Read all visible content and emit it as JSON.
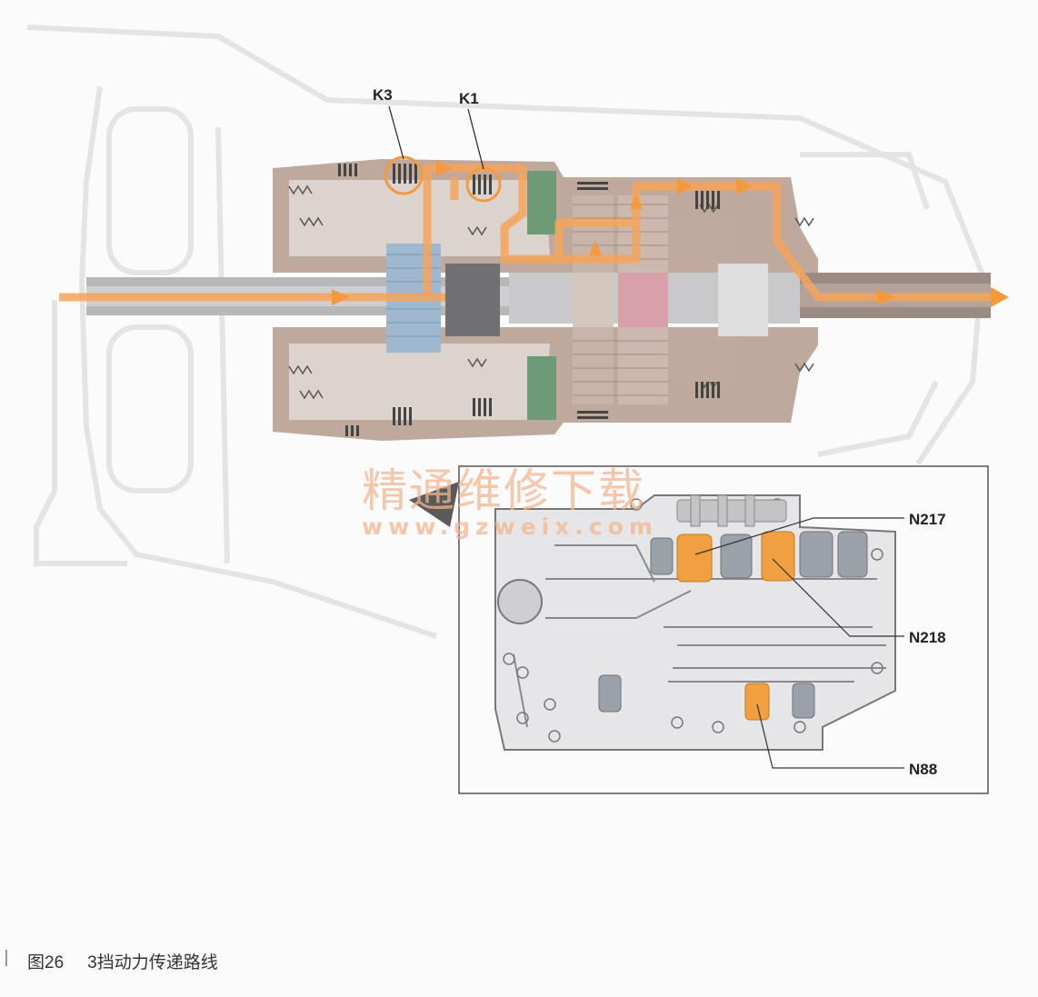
{
  "figure": {
    "number": "图26",
    "caption": "3挡动力传递路线"
  },
  "labels": {
    "k3": "K3",
    "k1": "K1",
    "n217": "N217",
    "n218": "N218",
    "n88": "N88"
  },
  "watermark": {
    "cn": "精通维修下载",
    "url": "www.gzweix.com"
  },
  "colors": {
    "power_flow": "#f6a55a",
    "active_solenoid": "#f0a040",
    "inactive_solenoid": "#9aa1a8",
    "housing_brown": "#a58c7e",
    "gear_blue": "#9fb8cf",
    "gear_pink": "#d8a0a8",
    "green_part": "#6f9a76",
    "watermark": "#f3b58f"
  }
}
